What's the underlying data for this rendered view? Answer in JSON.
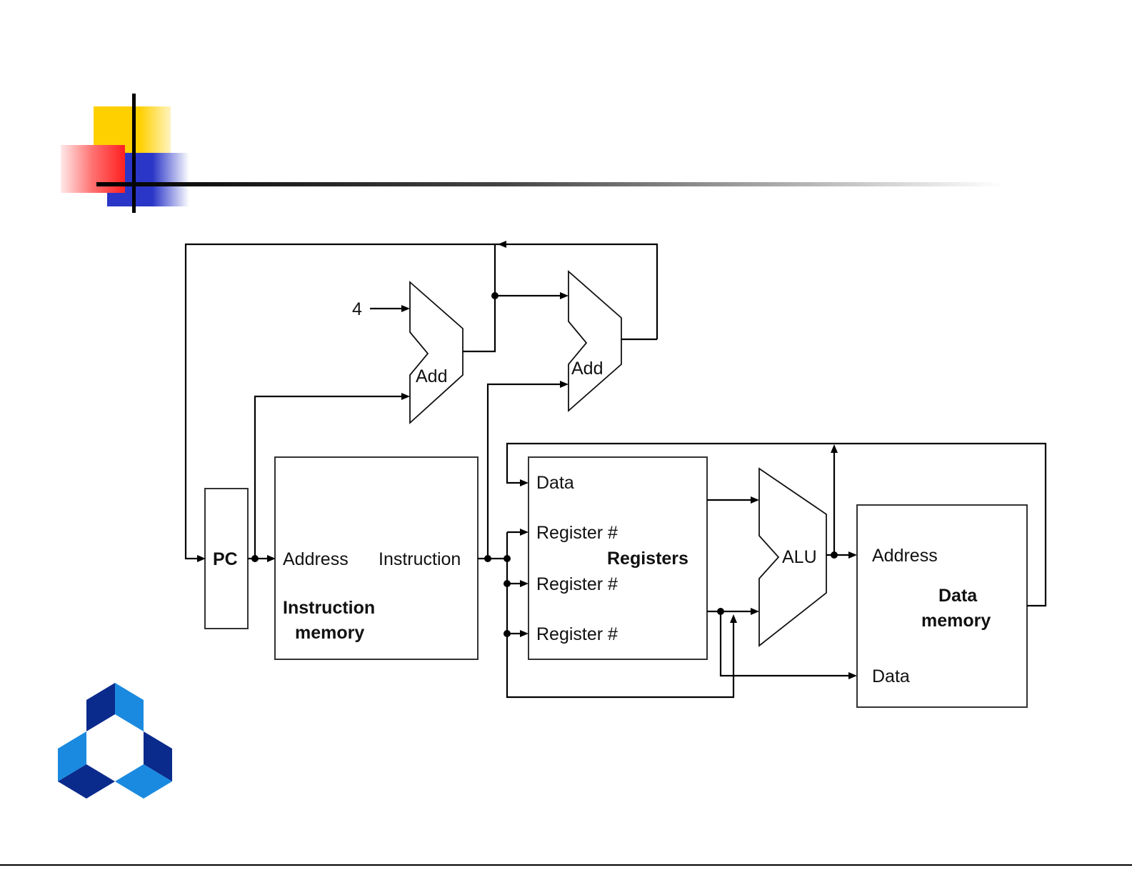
{
  "colors": {
    "decor_yellow": "#FFD000",
    "decor_red": "#FF3030",
    "decor_blue": "#2E3BC8",
    "logo_dark_blue": "#0A2A8C",
    "logo_light_blue": "#1A8AE0"
  },
  "diagram": {
    "constant_four": "4",
    "adder_1": "Add",
    "adder_2": "Add",
    "pc": "PC",
    "instruction_memory": {
      "address": "Address",
      "instruction": "Instruction",
      "title_line1": "Instruction",
      "title_line2": "memory"
    },
    "registers": {
      "data": "Data",
      "reg1": "Register #",
      "reg2": "Register #",
      "reg3": "Register #",
      "title": "Registers"
    },
    "alu": "ALU",
    "data_memory": {
      "address": "Address",
      "data": "Data",
      "title_line1": "Data",
      "title_line2": "memory"
    }
  }
}
